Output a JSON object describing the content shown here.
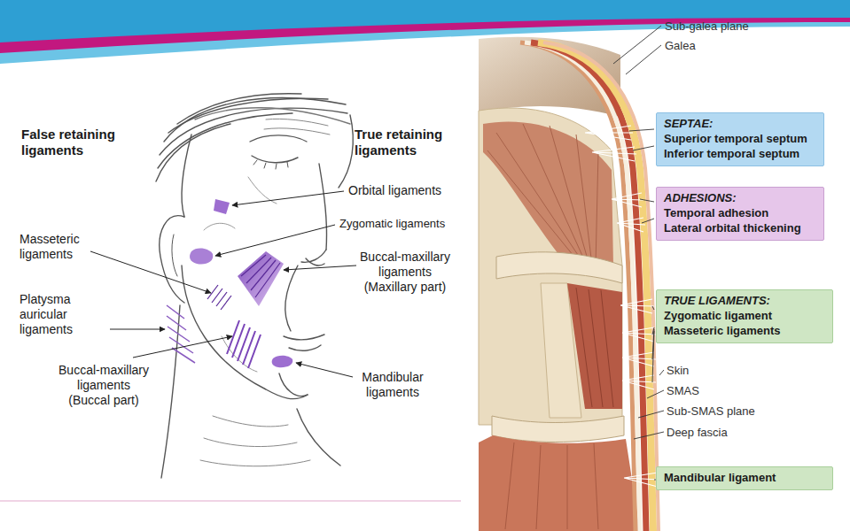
{
  "diagram": {
    "nodes": [
      {
        "text": [
          "SEPTAE:",
          "Superior temporal septum",
          "Inferior temporal septum"
        ]
      },
      {
        "text": [
          "ADHESIONS:",
          "Temporal adhesion",
          "Lateral orbital thickening"
        ]
      },
      {
        "text": [
          "TRUE LIGAMENTS:",
          "Zygomatic ligament",
          "Masseteric ligaments"
        ]
      },
      {
        "text": [
          "Mandibular ligament"
        ]
      }
    ],
    "labels": [
      "False retaining ligaments",
      "True retaining ligaments",
      "Orbital ligaments",
      "Zygomatic ligaments",
      "Masseteric ligaments",
      "Buccal-maxillary ligaments (Maxillary part)",
      "Platysma auricular ligaments",
      "Buccal-maxillary ligaments (Buccal part)",
      "Mandibular ligaments",
      "Sub-galea plane",
      "Galea",
      "Skin",
      "SMAS",
      "Sub-SMAS plane",
      "Deep fascia"
    ]
  }
}
